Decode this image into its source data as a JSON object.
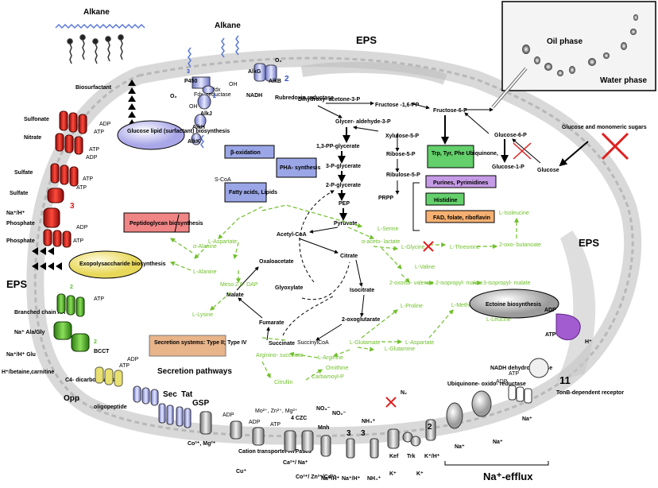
{
  "labels": {
    "alkane_left": "Alkane",
    "alkane_top": "Alkane",
    "biosurfactant": "Biosurfactant",
    "oil_phase": "Oil phase",
    "water_phase": "Water phase",
    "eps_top": "EPS",
    "eps_left": "EPS",
    "eps_right": "EPS",
    "glucose_lipid": "Glucose lipid (surfactant) biosynthesis",
    "beta_ox": "β-oxidation",
    "pha": "PHA- synthesis",
    "fatty_acids": "Fatty acids, Lipids",
    "peptidoglycan": "Peptidoglycan biosynthesis",
    "exopoly": "Exopolysaccharide biosynthesis",
    "secretion_systems": "Secretion systems: Type II; Type IV",
    "secretion_pathways": "Secretion pathways",
    "ectoine": "Ectoine biosynthesis",
    "glucose_sugars": "Glucose and monomeric sugars",
    "glucose": "Glucose",
    "na_efflux": "Na⁺-efflux",
    "tonb": "TonB-dependent receptor",
    "num_11": "11",
    "trp_box": "Trp, Tyr, Phe Ubiquinone,",
    "purines_box": "Purines, Pyrimidines",
    "histidine_box": "Histidine",
    "fad_box": "FAD, folate, riboflavin"
  },
  "enzymes": {
    "p450": "P450",
    "fdx": "fdx",
    "fdx_red": "Fdx- reductase",
    "o2a": "O₂",
    "o2b": "O₂",
    "alkg": "AlkG",
    "alkb": "AlkB",
    "alkj": "AlkJ",
    "alkh": "AlkH",
    "alkk": "AlkK",
    "nadh": "NADH",
    "rubredoxin": "Rubredoxin reductase",
    "oh1": "OH",
    "oh2": "OH",
    "scoa": "S-CoA",
    "n3": "3",
    "n2": "2"
  },
  "metabolites": {
    "dhap": "Dihydroxy- acetone-3-P",
    "fbp": "Fructose -1,6-PP",
    "f6p": "Fructose-6-P",
    "g3p": "Glycer- aldehyde-3-P",
    "x5p": "Xylulose-5-P",
    "r5p": "Ribose-5-P",
    "ru5p": "Ribulose-5-P",
    "prpp": "PRPP",
    "g6p": "Glucose-6-P",
    "g1p": "Glucose-1-P",
    "bpg": "1,3-PP-glycerate",
    "pg3": "3-P-glycerate",
    "pg2": "2-P-glycerate",
    "pep": "PEP",
    "pyruvate": "Pyruvate",
    "acetylcoa": "Acetyl-CoA",
    "oxaloacetate": "Oxaloacetate",
    "citrate": "Citrate",
    "glyoxylate": "Glyoxylate",
    "isocitrate": "Isocitrate",
    "malate": "Malate",
    "fumarate": "Fumarate",
    "oxoglutarate": "2-oxoglutarate",
    "succinate": "Succinate",
    "succinylcoa": "SuccinylCoA"
  },
  "aminoacids": {
    "aspartate1": "L-Aspartate",
    "alanine_a": "α-Alanine",
    "alanine_l": "L-Alanine",
    "mesodap": "Meso 2,6- DAP",
    "lysine": "L-Lysine",
    "serine": "L-Serine",
    "acetolactate": "α-aceto- lactate",
    "glycine": "L-Glycine",
    "threonine": "L-Threonine",
    "oxobutanoate": "2-oxo- butanoate",
    "isoleucine": "L-Isoleucine",
    "valine": "L-Valine",
    "oxoisovalerate": "2-oxoiso- valerate",
    "isopropylmalate2": "2-isopropyl- malate",
    "isopropylmalate3": "3-isopropyl- malate",
    "leucine": "L-Leucine",
    "proline": "L-Proline",
    "methionine": "L-Methionine",
    "glutamate": "L-Glutamate",
    "aspartate2": "L-Aspartate",
    "arginine": "L-Arginine",
    "glutamine": "L-Glutamine",
    "argininosuccinate": "Arginino- succinate",
    "ornithine": "Ornithine",
    "citrulline": "Citrullin",
    "carbamoyl": "Carbamoyl-P"
  },
  "transport_left": {
    "sulfonate": "Sulfonate",
    "nitrate": "Nitrate",
    "sulfate1": "Sulfate",
    "sulfate2": "Sulfate",
    "na_h": "Na⁺/H⁺",
    "phosphate1": "Phosphate",
    "phosphate2": "Phosphate",
    "branched": "Branched chain AA",
    "na_ala": "Na⁺ Ala/Gly",
    "na_h_glu": "Na⁺/H⁺ Glu",
    "betaine": "H⁺/betaine,carnitine",
    "c4": "C4- dicarboxylates",
    "bcct": "BCCT",
    "opp": "Opp",
    "oligopeptide": "oligopeptide",
    "adp": "ADP",
    "atp": "ATP",
    "num3": "3",
    "num2a": "2",
    "num2b": "2"
  },
  "transport_bottom": {
    "sec": "Sec",
    "tat": "Tat",
    "gsp": "GSP",
    "co_mg": "Co²⁺, Mg²⁺",
    "cu": "Cu⁺",
    "mo": "Mo²⁺, Zn²⁺, Mg²⁺",
    "cation_atpase": "Cation transporter ATPases",
    "czc": "4 CZC",
    "ca_na": "Ca²⁺/ Na⁺",
    "co_zn_cd": "Co²⁺/ Zn²⁺/Cd²⁺",
    "mnh": "Mnh",
    "na_h1": "Na⁺/H⁺",
    "na_h2": "Na⁺/H⁺",
    "nh4a": "NH₄⁺",
    "nh4b": "NH₄⁺",
    "no3": "NO₃⁻",
    "no2": "NO₂⁻",
    "n2": "N₂",
    "kef": "Kef",
    "trk": "Trk",
    "k1": "K⁺",
    "k2": "K⁺",
    "k_h": "K⁺/H⁺",
    "ubiq": "Ubiquinone- oxido- reductase",
    "nadh_dh": "NADH dehydro- genase",
    "na1": "Na⁺",
    "na2": "Na⁺",
    "na3": "Na⁺",
    "hplus": "H⁺",
    "adp": "ADP",
    "atp": "ATP",
    "n3a": "3",
    "n3b": "3",
    "n2b": "2"
  },
  "colors": {
    "green": "#6fbf2a",
    "red_transporter": "#d91f1f",
    "green_transporter": "#5cc02c",
    "blue_box": "#9aa6e6",
    "purple": "#a35bd0"
  }
}
